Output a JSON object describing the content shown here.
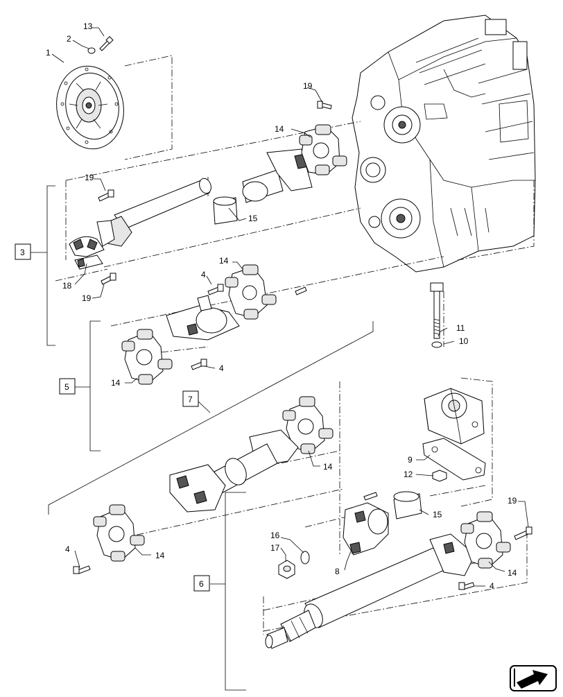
{
  "callouts": {
    "c1": "1",
    "c2": "2",
    "c13": "13",
    "c19a": "19",
    "c14a": "14",
    "c19b": "19",
    "c15a": "15",
    "c3": "3",
    "c18": "18",
    "c19c": "19",
    "c4a": "4",
    "c14b": "14",
    "c14c": "14",
    "c4b": "4",
    "c5": "5",
    "c7": "7",
    "c11": "11",
    "c10": "10",
    "c9": "9",
    "c12": "12",
    "c14d": "14",
    "c15b": "15",
    "c19d": "19",
    "c4c": "4",
    "c14e": "14",
    "c16": "16",
    "c17": "17",
    "c8": "8",
    "c14f": "14",
    "c6": "6",
    "c4d": "4"
  },
  "icons": {
    "nav_arrow": "next-page-arrow-icon"
  },
  "colors": {
    "line": "#000000",
    "shade": "#e6e6e6",
    "background": "#ffffff"
  }
}
